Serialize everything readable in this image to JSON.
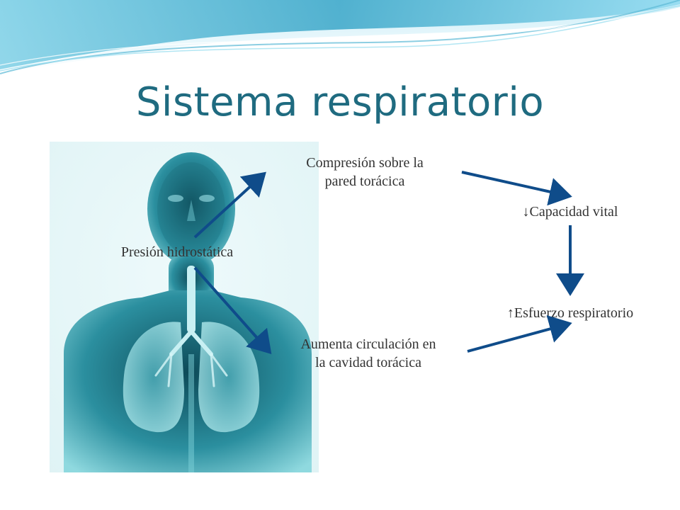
{
  "slide": {
    "title": "Sistema respiratorio",
    "accent_color": "#1f6b80",
    "arrow_color": "#0f4c8a"
  },
  "diagram": {
    "source": "Presión hidrostática",
    "compression": [
      "Compresión sobre la",
      "pared torácica"
    ],
    "vital_capacity": "↓Capacidad vital",
    "circulation": [
      "Aumenta circulación en",
      "la cavidad torácica"
    ],
    "respiratory_effort": "↑Esfuerzo respiratorio"
  },
  "illustration": {
    "subject": "human torso with lungs and airway, teal x-ray style",
    "icon": "anatomy-illustration"
  }
}
